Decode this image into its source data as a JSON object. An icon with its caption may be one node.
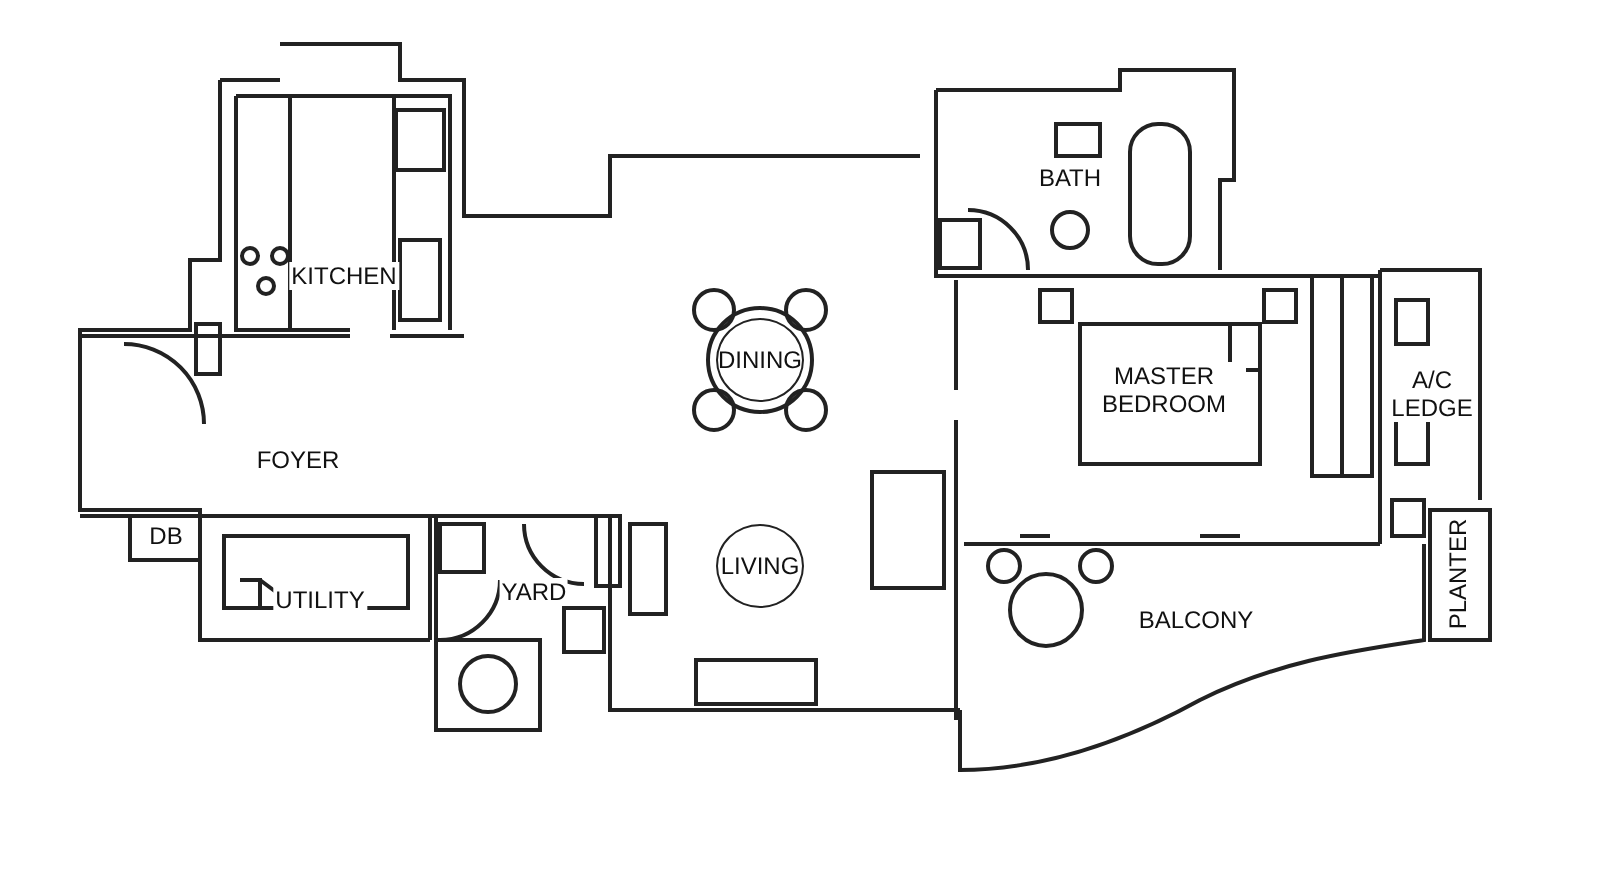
{
  "diagram": {
    "labels": [
      "BATH",
      "KITCHEN",
      "DINING",
      "MASTER BEDROOM",
      "A/C LEDGE",
      "FOYER",
      "LIVING",
      "DB",
      "UTILITY",
      "YARD",
      "BALCONY",
      "PLANTER"
    ]
  }
}
